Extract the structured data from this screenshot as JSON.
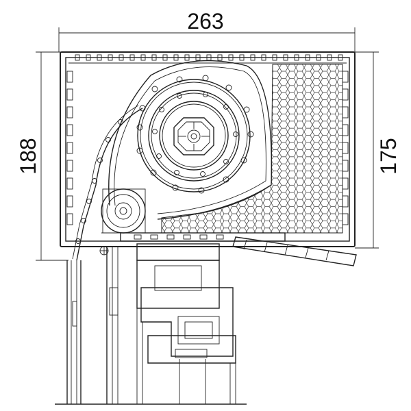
{
  "dimensions": {
    "top": "263",
    "left": "188",
    "right": "175"
  },
  "colors": {
    "line": "#222222",
    "background": "#ffffff"
  }
}
